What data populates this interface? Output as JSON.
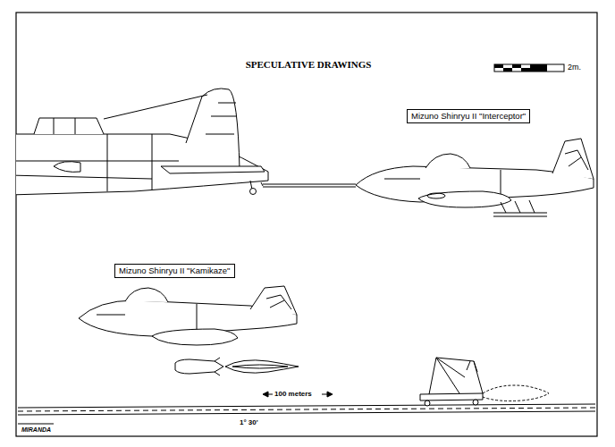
{
  "diagram": {
    "title": "SPECULATIVE DRAWINGS",
    "nodes": [
      {
        "text": [
          "Mizuno Shinryu II \"Interceptor\""
        ]
      },
      {
        "text": [
          "Mizuno Shinryu II \"Kamikaze\""
        ]
      }
    ],
    "labels": [
      "2m.",
      "100 meters",
      "1° 30'",
      "MIRANDA"
    ]
  }
}
